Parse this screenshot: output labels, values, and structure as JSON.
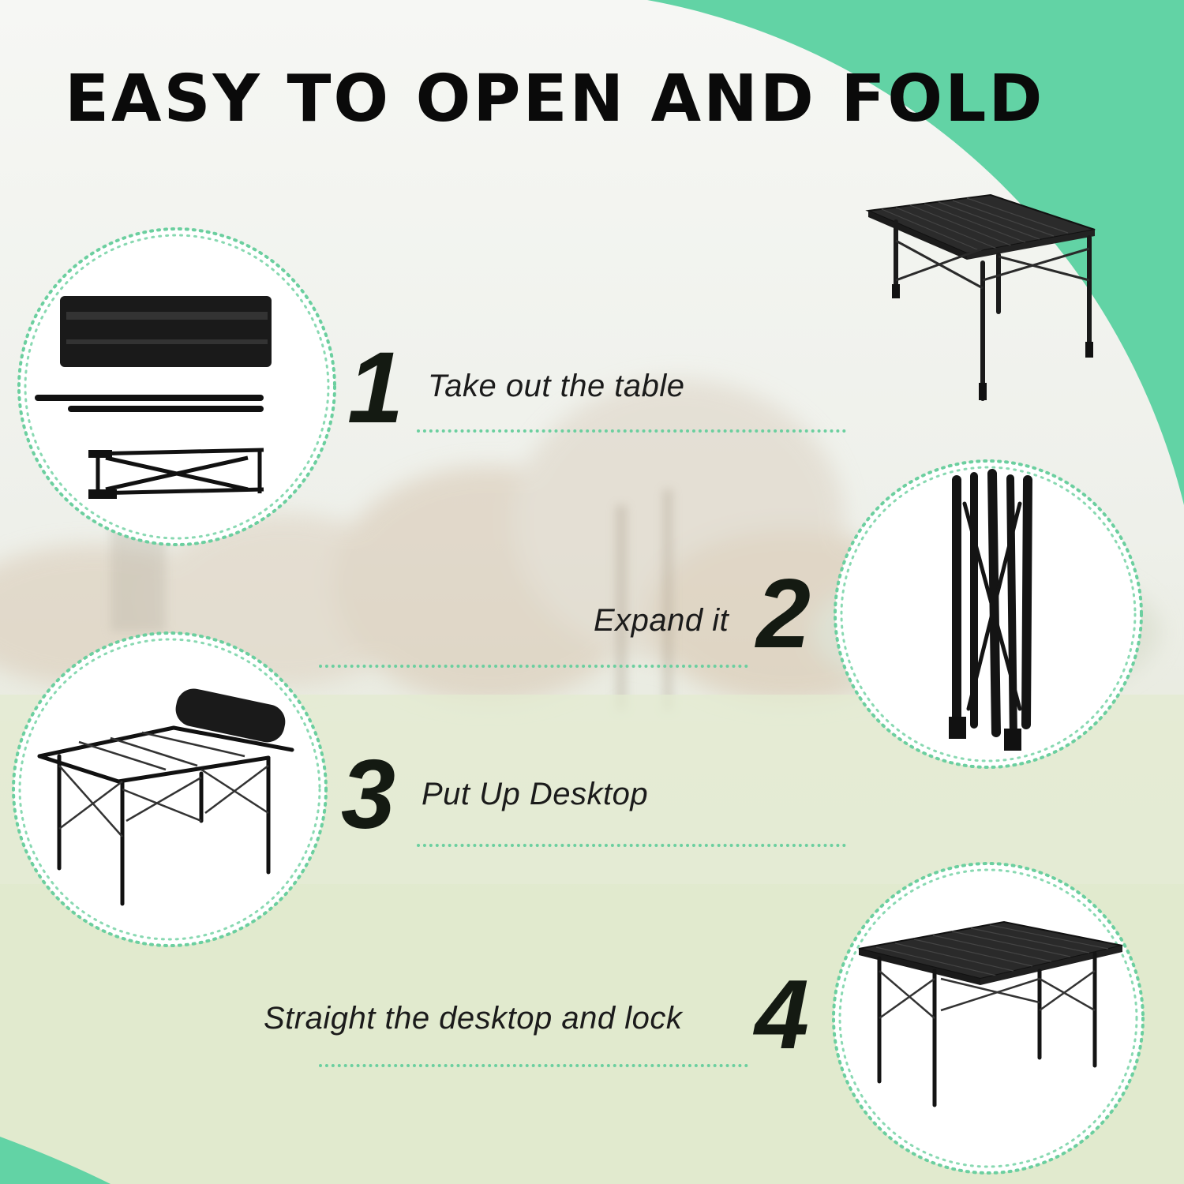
{
  "headline": "EASY TO OPEN AND FOLD",
  "colors": {
    "accent_green": "#62d3a5",
    "dots": "#6bcf9f",
    "text": "#141a12"
  },
  "steps": [
    {
      "number": "1",
      "label": "Take out the table",
      "illustration": "folded-table-parts-icon"
    },
    {
      "number": "2",
      "label": "Expand it",
      "illustration": "folded-frame-icon"
    },
    {
      "number": "3",
      "label": "Put Up Desktop",
      "illustration": "frame-with-rolled-top-icon"
    },
    {
      "number": "4",
      "label": "Straight the desktop and lock",
      "illustration": "rectangular-table-icon"
    }
  ],
  "finished_product": "square-table-icon"
}
